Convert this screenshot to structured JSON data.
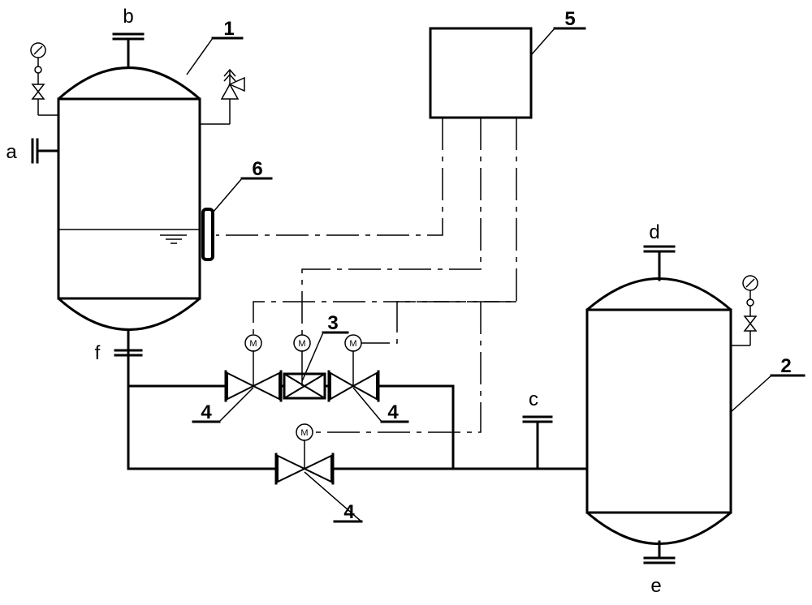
{
  "port_labels": {
    "a": "a",
    "b": "b",
    "c": "c",
    "d": "d",
    "e": "e",
    "f": "f"
  },
  "component_numbers": {
    "vessel1": "1",
    "vessel2": "2",
    "valve3": "3",
    "valve4_upper_left": "4",
    "valve4_upper_right": "4",
    "valve4_lower": "4",
    "controller5": "5",
    "level_gauge6": "6"
  },
  "motor_symbol": "M"
}
